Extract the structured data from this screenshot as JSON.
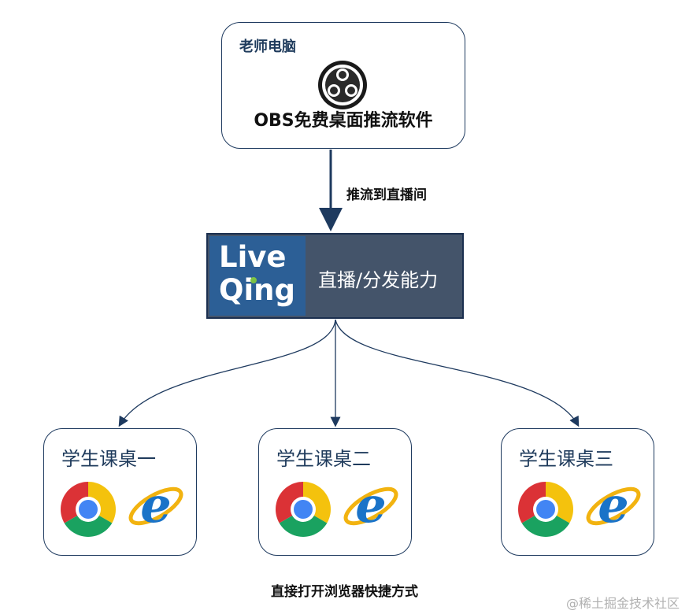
{
  "teacher": {
    "title": "老师电脑",
    "software": "OBS免费桌面推流软件",
    "icon": "obs-logo-icon"
  },
  "flow": {
    "push_label": "推流到直播间"
  },
  "liveqing": {
    "logo_line1": "Live",
    "logo_line2": "Qing",
    "capability": "直播/分发能力"
  },
  "students": [
    {
      "title": "学生课桌一",
      "icons": [
        "chrome-icon",
        "ie-icon"
      ]
    },
    {
      "title": "学生课桌二",
      "icons": [
        "chrome-icon",
        "ie-icon"
      ]
    },
    {
      "title": "学生课桌三",
      "icons": [
        "chrome-icon",
        "ie-icon"
      ]
    }
  ],
  "footer": {
    "caption": "直接打开浏览器快捷方式",
    "watermark": "@稀土掘金技术社区"
  },
  "colors": {
    "box_border": "#1e3a5f",
    "arrow": "#1e3a5f",
    "panel_bg": "#44546a",
    "logo_bg": "#2c5f96"
  }
}
